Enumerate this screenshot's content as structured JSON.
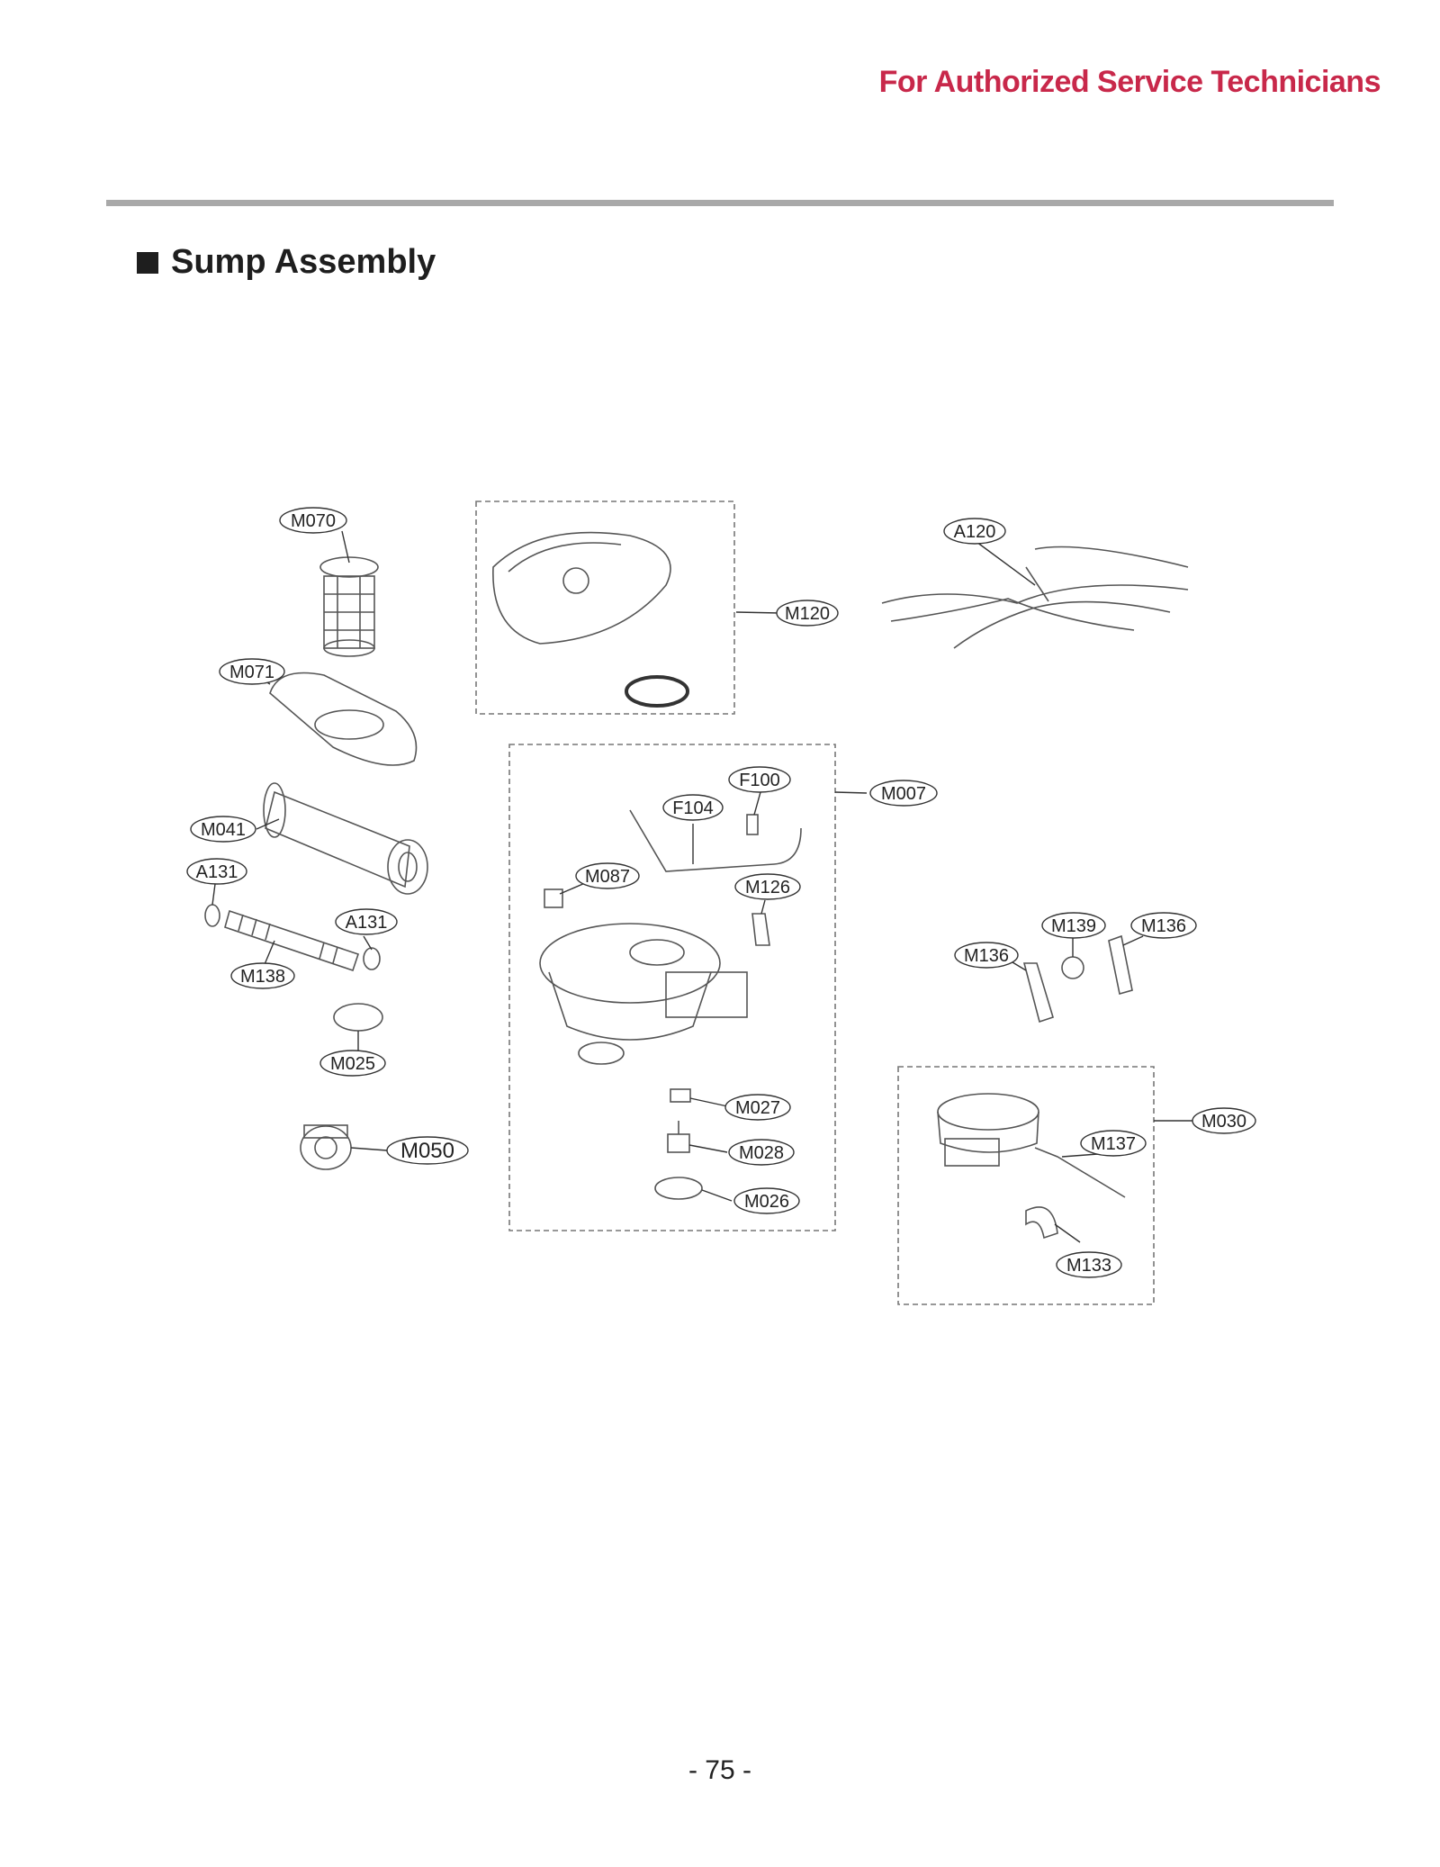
{
  "header": {
    "text": "For Authorized Service Technicians"
  },
  "section": {
    "title": "Sump Assembly",
    "bullet_icon": "square-icon"
  },
  "callouts": {
    "M070": "M070",
    "M071": "M071",
    "M041": "M041",
    "A131_left": "A131",
    "A131_right": "A131",
    "M138": "M138",
    "M025": "M025",
    "M050": "M050",
    "M120": "M120",
    "A120": "A120",
    "M007": "M007",
    "F100": "F100",
    "F104": "F104",
    "M087": "M087",
    "M126": "M126",
    "M027": "M027",
    "M028": "M028",
    "M026": "M026",
    "M139": "M139",
    "M136_right": "M136",
    "M136_left": "M136",
    "M030": "M030",
    "M137": "M137",
    "M133": "M133"
  },
  "footer": {
    "page_number": "- 75 -"
  }
}
